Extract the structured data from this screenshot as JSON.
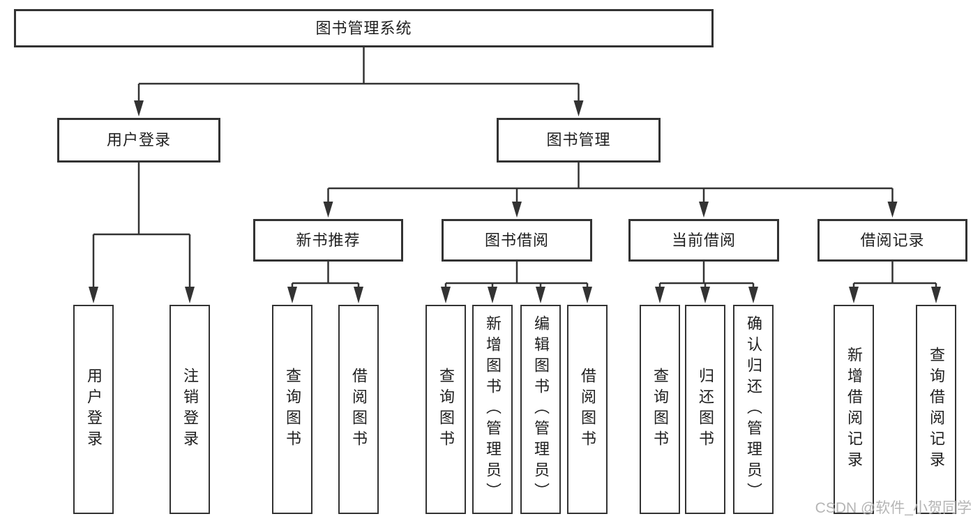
{
  "diagram": {
    "colors": {
      "line": "#333333",
      "text": "#1f1f1f",
      "watermark": "#b5b5b5",
      "background": "#ffffff"
    },
    "tree": {
      "label": "图书管理系统",
      "children": [
        {
          "label": "用户登录",
          "children": [
            {
              "label": "用户登录"
            },
            {
              "label": "注销登录"
            }
          ]
        },
        {
          "label": "图书管理",
          "children": [
            {
              "label": "新书推荐",
              "children": [
                {
                  "label": "查询图书"
                },
                {
                  "label": "借阅图书"
                }
              ]
            },
            {
              "label": "图书借阅",
              "children": [
                {
                  "label": "查询图书"
                },
                {
                  "label": "新增图书（管理员）"
                },
                {
                  "label": "编辑图书（管理员）"
                },
                {
                  "label": "借阅图书"
                }
              ]
            },
            {
              "label": "当前借阅",
              "children": [
                {
                  "label": "查询图书"
                },
                {
                  "label": "归还图书"
                },
                {
                  "label": "确认归还（管理员）"
                }
              ]
            },
            {
              "label": "借阅记录",
              "children": [
                {
                  "label": "新增借阅记录"
                },
                {
                  "label": "查询借阅记录"
                }
              ]
            }
          ]
        }
      ]
    },
    "watermark": "CSDN @软件_小贺同学"
  }
}
